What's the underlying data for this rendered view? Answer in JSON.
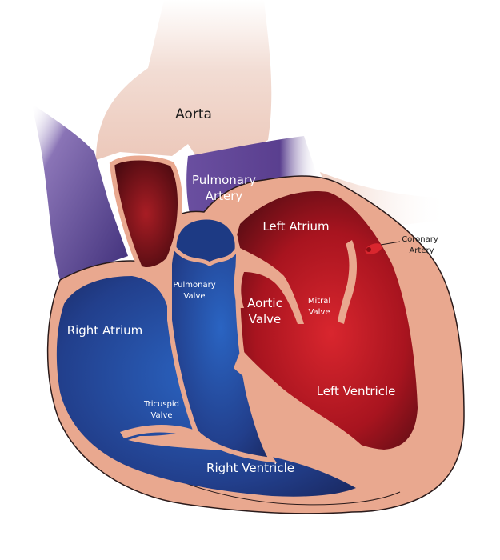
{
  "labels": {
    "aorta": "Aorta",
    "pulmonary_artery": [
      "Pulmonary",
      "Artery"
    ],
    "left_atrium": "Left Atrium",
    "coronary_artery": [
      "Coronary",
      "Artery"
    ],
    "pulmonary_valve": [
      "Pulmonary",
      "Valve"
    ],
    "aortic_valve": [
      "Aortic",
      "Valve"
    ],
    "mitral_valve": [
      "Mitral",
      "Valve"
    ],
    "right_atrium": "Right Atrium",
    "tricuspid_valve": [
      "Tricuspid",
      "Valve"
    ],
    "left_ventricle": "Left Ventricle",
    "right_ventricle": "Right Ventricle"
  },
  "colors": {
    "tissue": "#e9a88f",
    "tissue_outline": "#2a1a1a",
    "aorta": "#f2dcd3",
    "oxygenated_core": "#d9262e",
    "oxygenated_edge": "#5a0d14",
    "deoxygenated_core": "#2a64c2",
    "deoxygenated_edge": "#1b2b66",
    "vein_purple": "#5a3f8f"
  }
}
